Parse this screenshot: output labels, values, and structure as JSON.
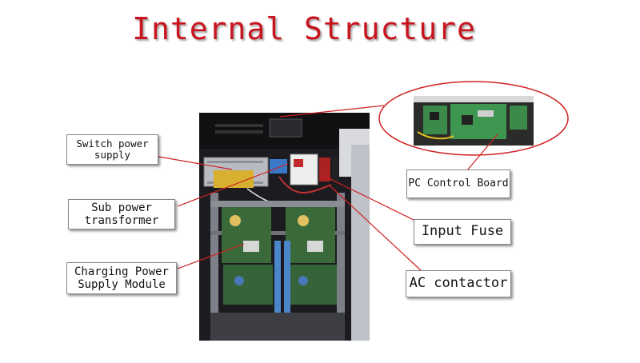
{
  "title": "Internal Structure",
  "labels": {
    "switch_power_supply": "Switch power\nsupply",
    "sub_power_transformer": "Sub power\ntransformer",
    "charging_power_supply_module": "Charging Power\nSupply Module",
    "pc_control_board": "PC Control Board",
    "input_fuse": "Input Fuse",
    "ac_contactor": "AC contactor"
  },
  "colors": {
    "title": "#c8141e",
    "callout_line": "#d02020"
  }
}
